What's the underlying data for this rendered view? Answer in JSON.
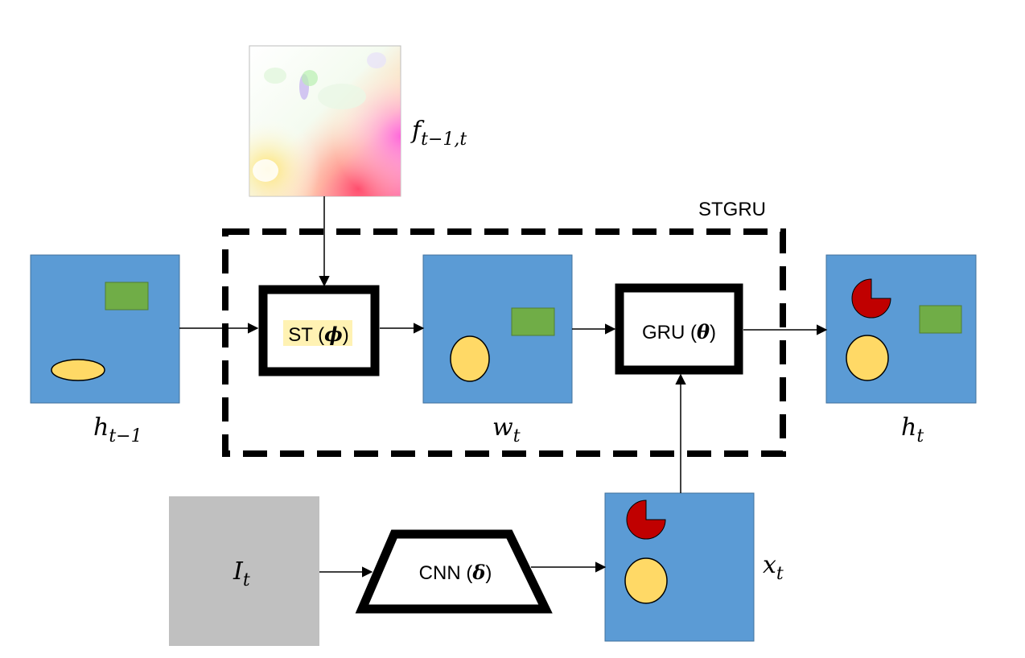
{
  "labels": {
    "h_prev": {
      "base": "h",
      "sub": "t−1"
    },
    "flow": {
      "base": "f",
      "sub": "t−1,t"
    },
    "w": {
      "base": "w",
      "sub": "t"
    },
    "h_cur": {
      "base": "h",
      "sub": "t"
    },
    "image": {
      "base": "I",
      "sub": "t"
    },
    "x": {
      "base": "x",
      "sub": "t"
    },
    "stgru": "STGRU"
  },
  "modules": {
    "st": {
      "name": "ST (",
      "param": "ϕ",
      "close": ")"
    },
    "gru": {
      "name": "GRU (",
      "param": "θ",
      "close": ")"
    },
    "cnn": {
      "name": "CNN (",
      "param": "δ",
      "close": ")"
    }
  },
  "colors": {
    "feature_map": "#5b9bd5",
    "green_rect": "#70ad47",
    "yellow_shape": "#ffd966",
    "red_pacman": "#c00000",
    "input_image": "#c0c0c0",
    "st_highlight": "#fff2b3"
  }
}
